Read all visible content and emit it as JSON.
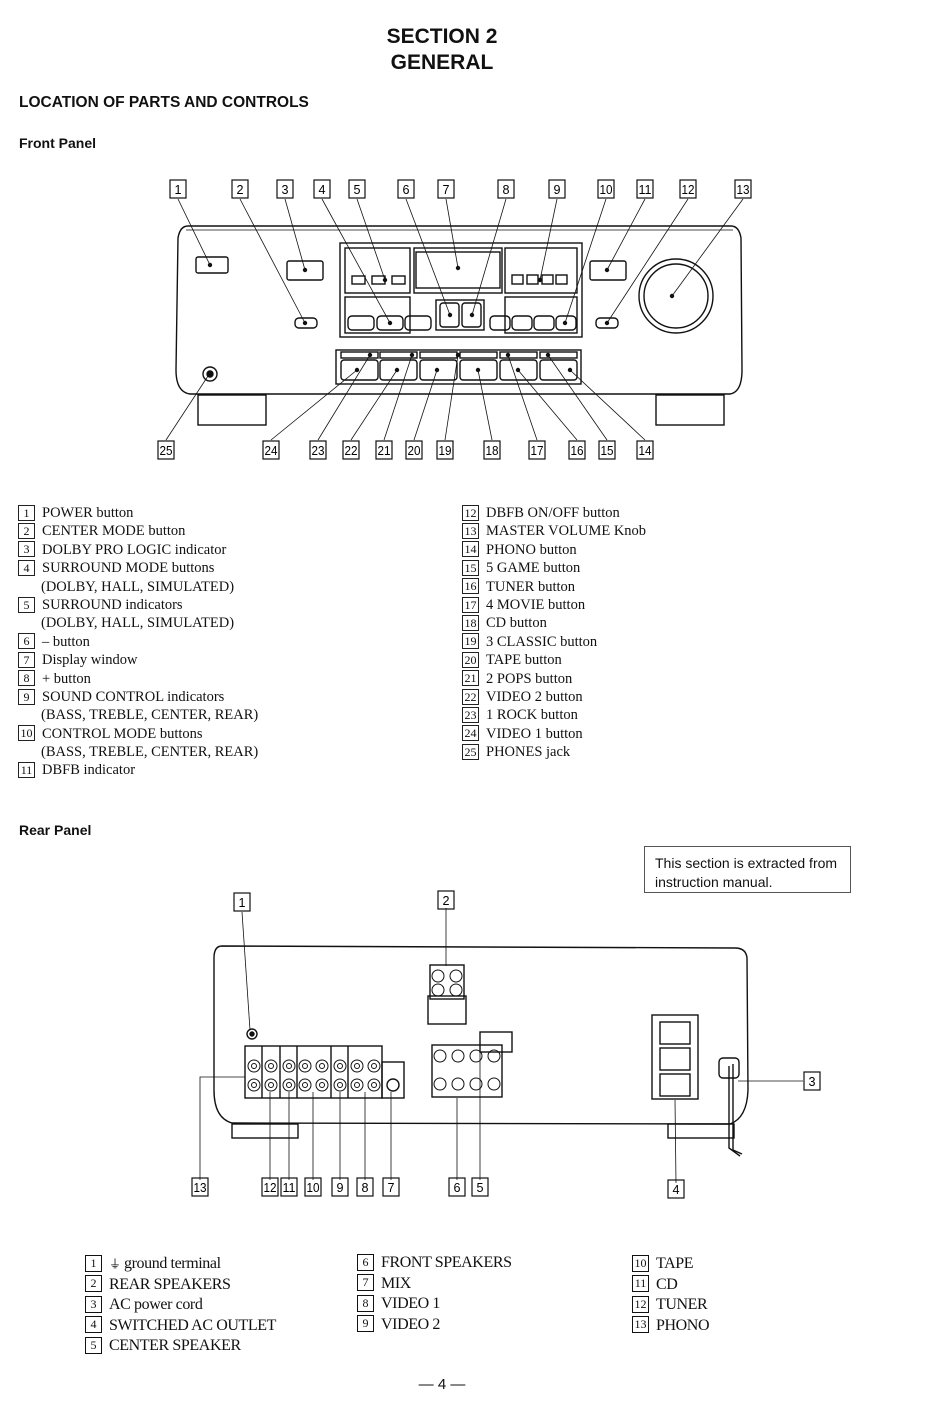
{
  "header": {
    "section": "SECTION  2",
    "title": "GENERAL"
  },
  "heading": "LOCATION OF PARTS AND CONTROLS",
  "front_panel": {
    "title": "Front Panel",
    "legend_left": [
      {
        "num": "1",
        "text": "POWER button"
      },
      {
        "num": "2",
        "text": "CENTER MODE button"
      },
      {
        "num": "3",
        "text": "DOLBY PRO LOGIC indicator"
      },
      {
        "num": "4",
        "text": "SURROUND MODE buttons"
      },
      {
        "num": "",
        "text": "(DOLBY, HALL, SIMULATED)"
      },
      {
        "num": "5",
        "text": "SURROUND indicators"
      },
      {
        "num": "",
        "text": "(DOLBY, HALL, SIMULATED)"
      },
      {
        "num": "6",
        "text": "– button"
      },
      {
        "num": "7",
        "text": "Display window"
      },
      {
        "num": "8",
        "text": "+ button"
      },
      {
        "num": "9",
        "text": "SOUND CONTROL indicators"
      },
      {
        "num": "",
        "text": "(BASS, TREBLE, CENTER, REAR)"
      },
      {
        "num": "10",
        "text": "CONTROL MODE buttons"
      },
      {
        "num": "",
        "text": "(BASS, TREBLE, CENTER, REAR)"
      },
      {
        "num": "11",
        "text": "DBFB indicator"
      }
    ],
    "legend_right": [
      {
        "num": "12",
        "text": "DBFB ON/OFF button"
      },
      {
        "num": "13",
        "text": "MASTER VOLUME Knob"
      },
      {
        "num": "14",
        "text": "PHONO button"
      },
      {
        "num": "15",
        "text": "5 GAME button"
      },
      {
        "num": "16",
        "text": "TUNER button"
      },
      {
        "num": "17",
        "text": "4 MOVIE button"
      },
      {
        "num": "18",
        "text": "CD button"
      },
      {
        "num": "19",
        "text": "3 CLASSIC button"
      },
      {
        "num": "20",
        "text": "TAPE button"
      },
      {
        "num": "21",
        "text": "2 POPS button"
      },
      {
        "num": "22",
        "text": "VIDEO 2 button"
      },
      {
        "num": "23",
        "text": "1 ROCK button"
      },
      {
        "num": "24",
        "text": "VIDEO 1 button"
      },
      {
        "num": "25",
        "text": "PHONES jack"
      }
    ],
    "callouts_top": [
      "1",
      "2",
      "3",
      "4",
      "5",
      "6",
      "7",
      "8",
      "9",
      "10",
      "11",
      "12",
      "13"
    ],
    "callouts_bottom": [
      "25",
      "24",
      "23",
      "22",
      "21",
      "20",
      "19",
      "18",
      "17",
      "16",
      "15",
      "14"
    ]
  },
  "rear_panel": {
    "title": "Rear Panel",
    "note": "This section is extracted from instruction manual.",
    "callouts": [
      "1",
      "2",
      "3",
      "4",
      "5",
      "6",
      "7",
      "8",
      "9",
      "10",
      "11",
      "12",
      "13"
    ],
    "legend_col1": [
      {
        "num": "1",
        "text": "ground terminal",
        "symbol": "⏚"
      },
      {
        "num": "2",
        "text": "REAR SPEAKERS"
      },
      {
        "num": "3",
        "text": "AC power cord"
      },
      {
        "num": "4",
        "text": "SWITCHED AC OUTLET"
      },
      {
        "num": "5",
        "text": "CENTER SPEAKER"
      }
    ],
    "legend_col2": [
      {
        "num": "6",
        "text": "FRONT SPEAKERS"
      },
      {
        "num": "7",
        "text": "MIX"
      },
      {
        "num": "8",
        "text": "VIDEO 1"
      },
      {
        "num": "9",
        "text": "VIDEO 2"
      }
    ],
    "legend_col3": [
      {
        "num": "10",
        "text": "TAPE"
      },
      {
        "num": "11",
        "text": "CD"
      },
      {
        "num": "12",
        "text": "TUNER"
      },
      {
        "num": "13",
        "text": "PHONO"
      }
    ]
  },
  "page_number": "— 4 —"
}
